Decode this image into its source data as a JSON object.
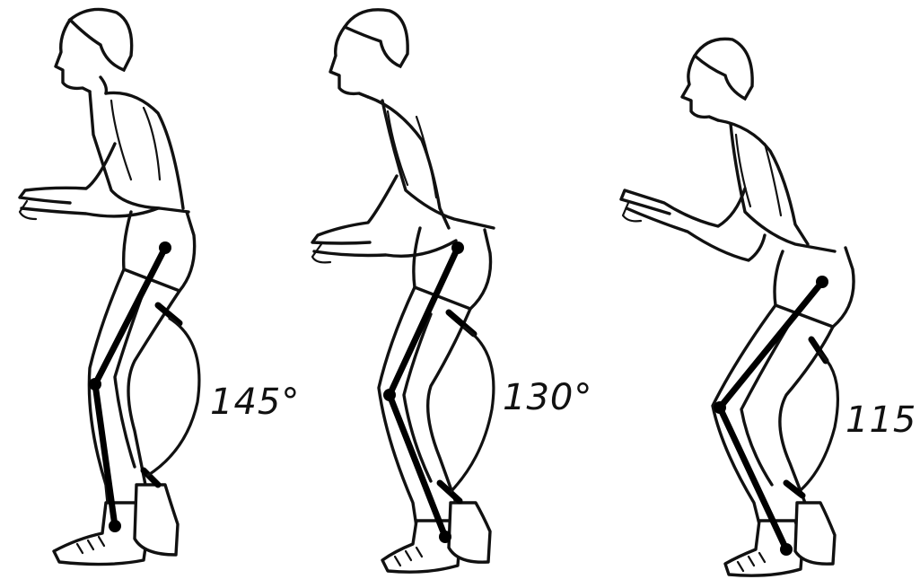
{
  "figures": [
    {
      "angle_label": "145°"
    },
    {
      "angle_label": "130°"
    },
    {
      "angle_label": "115'"
    }
  ]
}
